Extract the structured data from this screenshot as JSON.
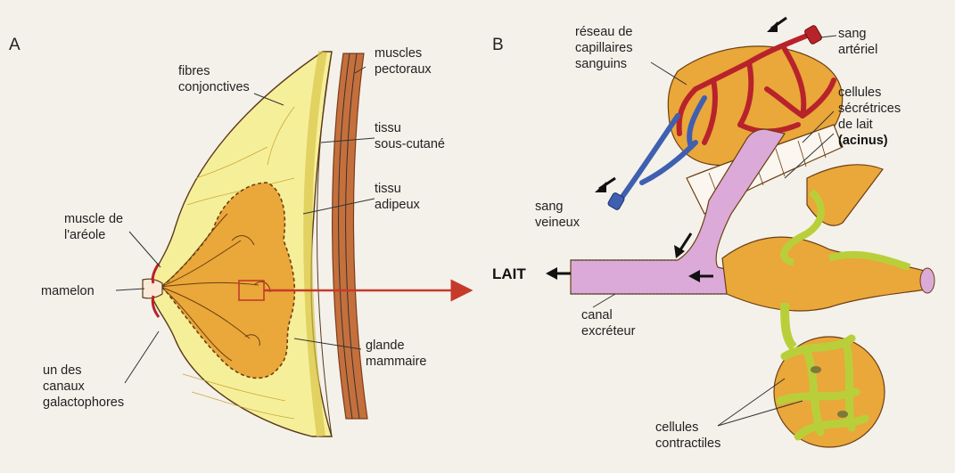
{
  "panels": {
    "a": "A",
    "b": "B"
  },
  "panel_a": {
    "fibres": [
      "fibres",
      "conjonctives"
    ],
    "muscles": [
      "muscles",
      "pectoraux"
    ],
    "tissu_sous": [
      "tissu",
      "sous-cutané"
    ],
    "tissu_adipeux": [
      "tissu",
      "adipeux"
    ],
    "muscle_areole": [
      "muscle de",
      "l'aréole"
    ],
    "mamelon": "mamelon",
    "canaux": [
      "un des",
      "canaux",
      "galactophores"
    ],
    "glande": [
      "glande",
      "mammaire"
    ]
  },
  "panel_b": {
    "reseau": [
      "réseau de",
      "capillaires",
      "sanguins"
    ],
    "sang_arteriel": [
      "sang",
      "artériel"
    ],
    "cellules_secretrices": [
      "cellules",
      "sécrétrices",
      "de lait",
      "(acinus)"
    ],
    "sang_veineux": [
      "sang",
      "veineux"
    ],
    "lait": "LAIT",
    "canal": [
      "canal",
      "excréteur"
    ],
    "cellules_contractiles": [
      "cellules",
      "contractiles"
    ]
  },
  "colors": {
    "paper": "#f4f1ea",
    "gland": "#eaa73a",
    "fat": "#f6ef9a",
    "muscle": "#c5703c",
    "artery": "#b8232b",
    "vein": "#3f5fb0",
    "duct": "#dcaad8",
    "contractile": "#b9cf3a",
    "arrow": "#c53a2a"
  }
}
